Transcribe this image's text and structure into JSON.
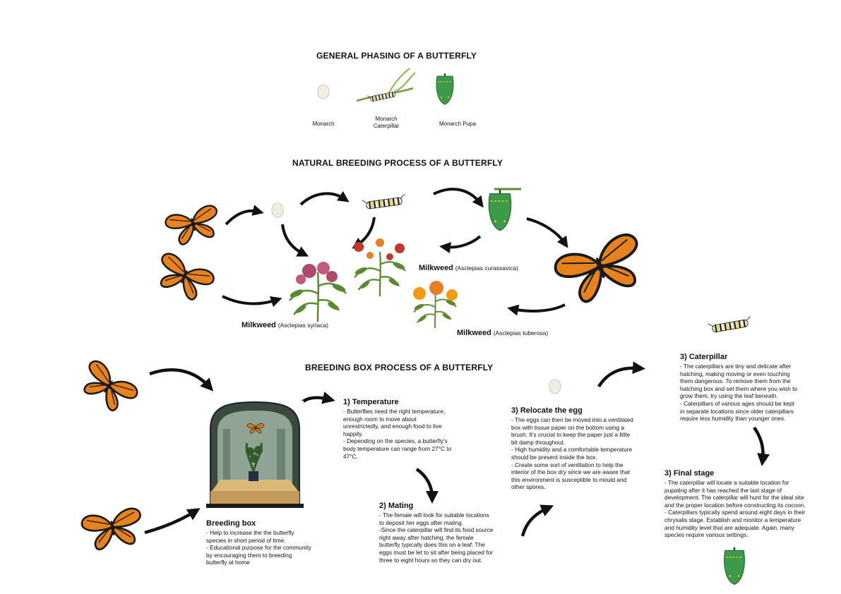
{
  "sections": {
    "general_title": "GENERAL PHASING OF A BUTTERFLY",
    "natural_title": "NATURAL BREEDING PROCESS OF A BUTTERFLY",
    "box_title": "BREEDING BOX PROCESS OF A BUTTERFLY"
  },
  "phasing": [
    {
      "label": "Monarch"
    },
    {
      "label": "Monarch\nCaterpillar"
    },
    {
      "label": "Monarch Pupa"
    }
  ],
  "milkweed": [
    {
      "name": "Milkweed",
      "species": "(Asclepias syriaca)"
    },
    {
      "name": "Milkweed",
      "species": "(Asclepias curassavica)"
    },
    {
      "name": "Milkweed",
      "species": "(Asclepias tuberosa)"
    }
  ],
  "steps": {
    "breeding_box": {
      "title": "Breeding box",
      "lines": [
        "- Help to increase the the butterfly species in short period of time.",
        "- Educational purpose for the community by encouraging them to breeding butterfly at home"
      ]
    },
    "temperature": {
      "title": "1) Temperature",
      "lines": [
        "- Butterflies need the right temperature, enough room to move about unrestrictedly, and enough food to live happily.",
        "- Depending on the species, a butterfly's body temperature can range from 27°C to 47°C."
      ]
    },
    "mating": {
      "title": "2) Mating",
      "lines": [
        "- The female will look for suitable locations to deposit her eggs after mating.",
        "-Since the caterpillar will find its food source right away after hatching, the female butterfly typically does this on a leaf. The eggs must be let to sit after being placed for three to eight hours so they can dry out."
      ]
    },
    "relocate": {
      "title": "3) Relocate the egg",
      "lines": [
        "- The eggs can then be moved into a ventilated box with tissue paper on the bottom using a brush. It's crucial to keep the paper just a little bit damp throughout.",
        "- High humidity and a comfortable temperature should be present inside the box.",
        "- Create some sort of ventilation to help the interior of the box dry since we are aware that this environment is susceptible to mould and other spores."
      ]
    },
    "caterpillar": {
      "title": "3) Caterpillar",
      "lines": [
        "- The caterpillars are tiny and delicate after hatching, making moving or even touching them dangerous. To remove them from the hatching box and set them where you wish to grow them, try using the leaf beneath.",
        "- Caterpillars of various ages should be kept in separate locations since older caterpillars require less humidity than younger ones."
      ]
    },
    "final": {
      "title": "3) Final stage",
      "lines": [
        "- The caterpillar will locate a suitable location for pupating after it has reached the last stage of development. The caterpillar will hunt for the ideal site and the proper location before constructing its cocoon.",
        "- Caterpillars typically spend around eight days in their chrysalis stage. Establish and monitor a temperature and humidity level that are adequate. Again, many species require various settings."
      ]
    }
  },
  "colors": {
    "wing": "#e8821c",
    "wing_dark": "#1a1a1a",
    "leaf": "#5a8a2e",
    "pupa": "#3c9a4a",
    "flower": "#b04a6a",
    "arrow": "#111111"
  }
}
